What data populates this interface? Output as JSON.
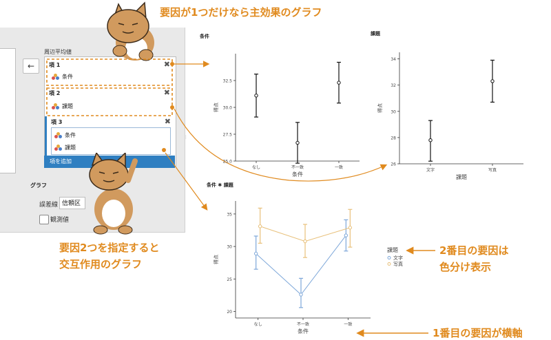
{
  "panel": {
    "back_icon": "←",
    "marginal_means_label": "周辺平均値",
    "terms": [
      {
        "label": "項 1",
        "factors": [
          "条件"
        ]
      },
      {
        "label": "項 2",
        "factors": [
          "課題"
        ]
      },
      {
        "label": "項 3",
        "factors": [
          "条件",
          "課題"
        ]
      }
    ],
    "remove_icon": "✖",
    "add_term_label": "項を追加",
    "graph_label": "グラフ",
    "error_bar_label": "誤差線",
    "error_bar_value": "信頼区",
    "observed_label": "観測値"
  },
  "annotations": {
    "top": "要因が1つだけなら主効果のグラフ",
    "left_line1": "要因2つを指定すると",
    "left_line2": "交互作用のグラフ",
    "right_line1": "2番目の要因は",
    "right_line2": "色分け表示",
    "bottom": "1番目の要因が横軸"
  },
  "colors": {
    "accent_orange": "#e08a1e",
    "series_blue": "#7da7d9",
    "series_gold": "#e8c07a",
    "button_blue": "#2f7fc1"
  },
  "chart_data": [
    {
      "type": "line",
      "title": "条件",
      "xlabel": "条件",
      "ylabel": "得点",
      "categories": [
        "なし",
        "不一致",
        "一致"
      ],
      "ylim": [
        25,
        35
      ],
      "yticks": [
        "25.0",
        "27.5",
        "30.0",
        "32.5"
      ],
      "series": [
        {
          "values": [
            31.1,
            26.7,
            32.3
          ],
          "lower": [
            29.1,
            24.8,
            30.4
          ],
          "upper": [
            33.1,
            28.6,
            34.2
          ]
        }
      ]
    },
    {
      "type": "line",
      "title": "課題",
      "xlabel": "課題",
      "ylabel": "得点",
      "categories": [
        "文字",
        "写真"
      ],
      "ylim": [
        26,
        34.5
      ],
      "yticks": [
        "26",
        "28",
        "30",
        "32",
        "34"
      ],
      "series": [
        {
          "values": [
            27.8,
            32.3
          ],
          "lower": [
            26.2,
            30.7
          ],
          "upper": [
            29.3,
            33.9
          ]
        }
      ]
    },
    {
      "type": "line",
      "title": "条件 ✱ 課題",
      "xlabel": "条件",
      "ylabel": "得点",
      "categories": [
        "なし",
        "不一致",
        "一致"
      ],
      "ylim": [
        19,
        37
      ],
      "yticks": [
        "20",
        "25",
        "30",
        "35"
      ],
      "legend_title": "課題",
      "series": [
        {
          "name": "文字",
          "values": [
            28.9,
            22.6,
            31.7
          ],
          "lower": [
            26.5,
            20.6,
            29.3
          ],
          "upper": [
            31.6,
            25.1,
            34.1
          ]
        },
        {
          "name": "写真",
          "values": [
            33.1,
            30.8,
            32.9
          ],
          "lower": [
            30.5,
            28.3,
            29.9
          ],
          "upper": [
            35.9,
            33.4,
            35.7
          ]
        }
      ]
    }
  ]
}
